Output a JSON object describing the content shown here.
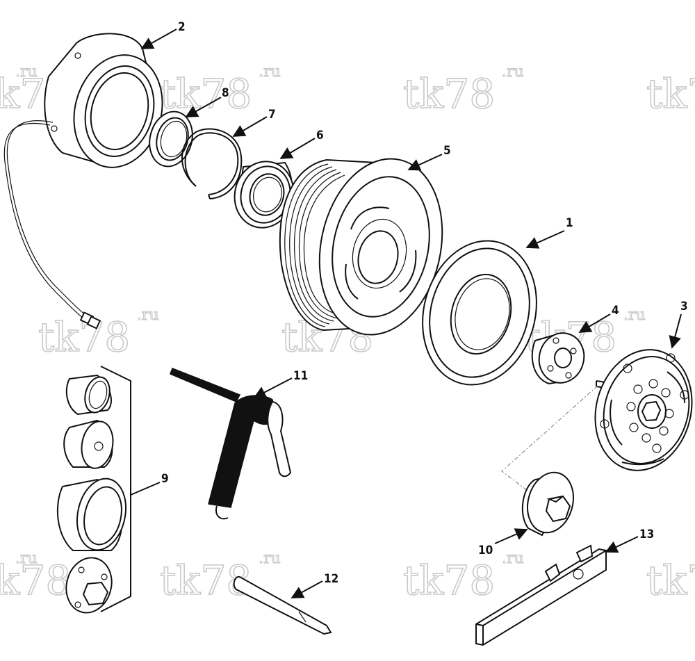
{
  "watermark": {
    "main": "tk78",
    "sup": ".ru"
  },
  "callouts": [
    {
      "id": "c1",
      "label": "1"
    },
    {
      "id": "c2",
      "label": "2"
    },
    {
      "id": "c3",
      "label": "3"
    },
    {
      "id": "c4",
      "label": "4"
    },
    {
      "id": "c5",
      "label": "5"
    },
    {
      "id": "c6",
      "label": "6"
    },
    {
      "id": "c7",
      "label": "7"
    },
    {
      "id": "c8",
      "label": "8"
    },
    {
      "id": "c9",
      "label": "9"
    },
    {
      "id": "c10",
      "label": "10"
    },
    {
      "id": "c11",
      "label": "11"
    },
    {
      "id": "c12",
      "label": "12"
    },
    {
      "id": "c13",
      "label": "13"
    }
  ]
}
